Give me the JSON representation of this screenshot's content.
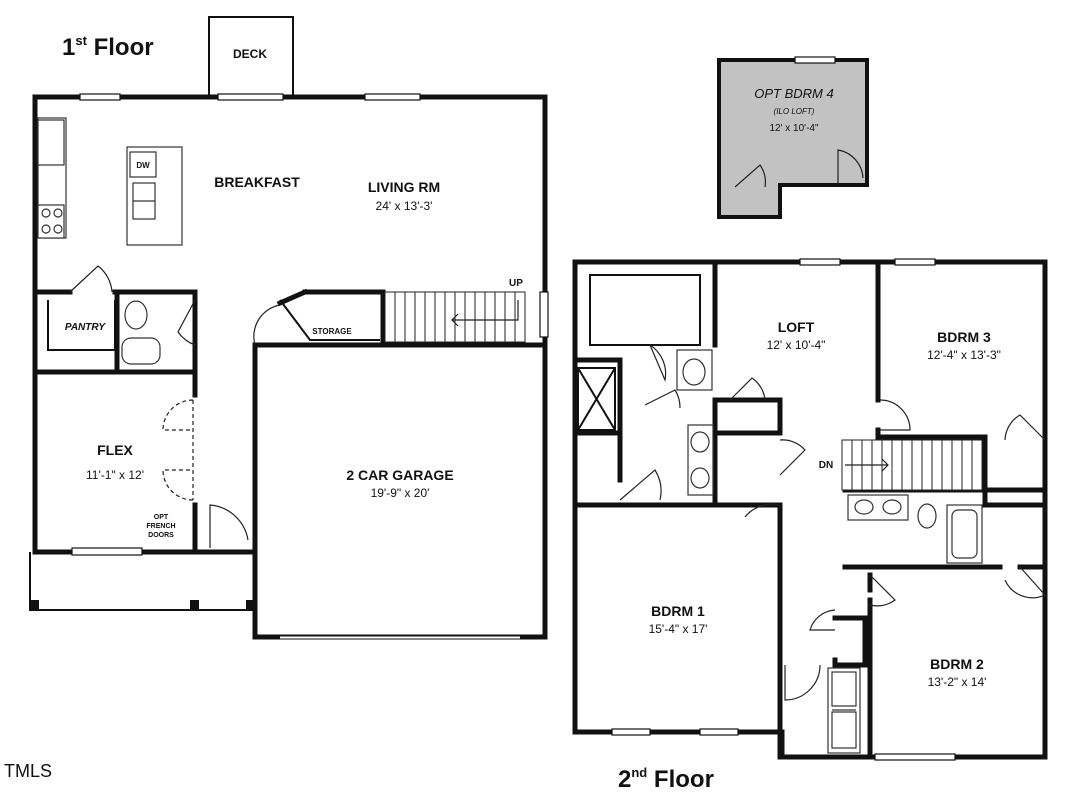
{
  "floor1": {
    "title_main": "1",
    "title_sup": "st",
    "title_rest": " Floor",
    "rooms": {
      "deck": "DECK",
      "breakfast": "BREAKFAST",
      "living_name": "LIVING RM",
      "living_dim": "24' x 13'-3'",
      "dw": "DW",
      "pantry": "PANTRY",
      "storage": "STORAGE",
      "up": "UP",
      "flex_name": "FLEX",
      "flex_dim": "11'-1\" x 12'",
      "french_1": "OPT",
      "french_2": "FRENCH",
      "french_3": "DOORS",
      "garage_name": "2 CAR GARAGE",
      "garage_dim": "19'-9\" x 20'"
    }
  },
  "floor2": {
    "title_main": "2",
    "title_sup": "nd",
    "title_rest": " Floor",
    "rooms": {
      "opt_name": "OPT BDRM 4",
      "opt_sub": "(ILO LOFT)",
      "opt_dim": "12' x 10'-4\"",
      "loft_name": "LOFT",
      "loft_dim": "12' x 10'-4\"",
      "bdrm3_name": "BDRM 3",
      "bdrm3_dim": "12'-4\" x 13'-3\"",
      "dn": "DN",
      "bdrm1_name": "BDRM 1",
      "bdrm1_dim": "15'-4\" x 17'",
      "bdrm2_name": "BDRM 2",
      "bdrm2_dim": "13'-2\" x 14'"
    }
  },
  "watermark": "TMLS"
}
